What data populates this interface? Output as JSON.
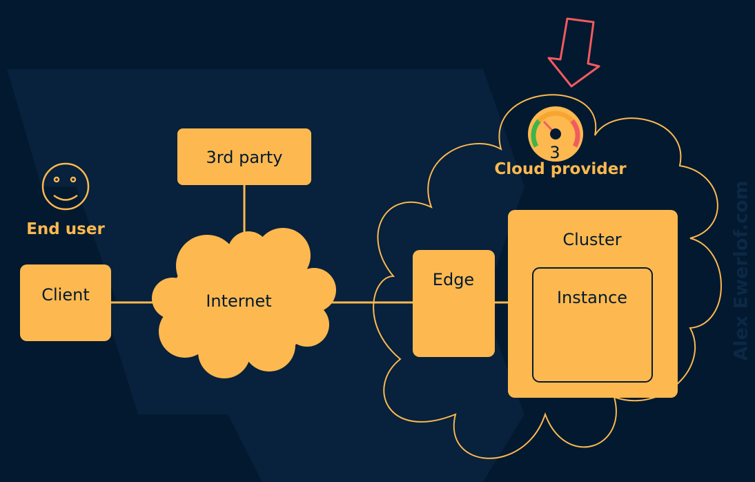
{
  "nodes": {
    "end_user": "End user",
    "client": "Client",
    "third_party": "3rd party",
    "internet": "Internet",
    "cloud_provider": "Cloud provider",
    "edge": "Edge",
    "cluster": "Cluster",
    "instance": "Instance"
  },
  "gauge": {
    "value": "3",
    "level": "high"
  },
  "watermark": "Alex Ewerlof.com",
  "colors": {
    "background": "#021930",
    "node_fill": "#fdb94f",
    "node_text": "#021930",
    "outline": "#fdb94f",
    "arrow": "#f25b5f",
    "gauge_green": "#3fb44a",
    "gauge_yellow": "#f7a531",
    "gauge_red": "#f25b5f"
  }
}
